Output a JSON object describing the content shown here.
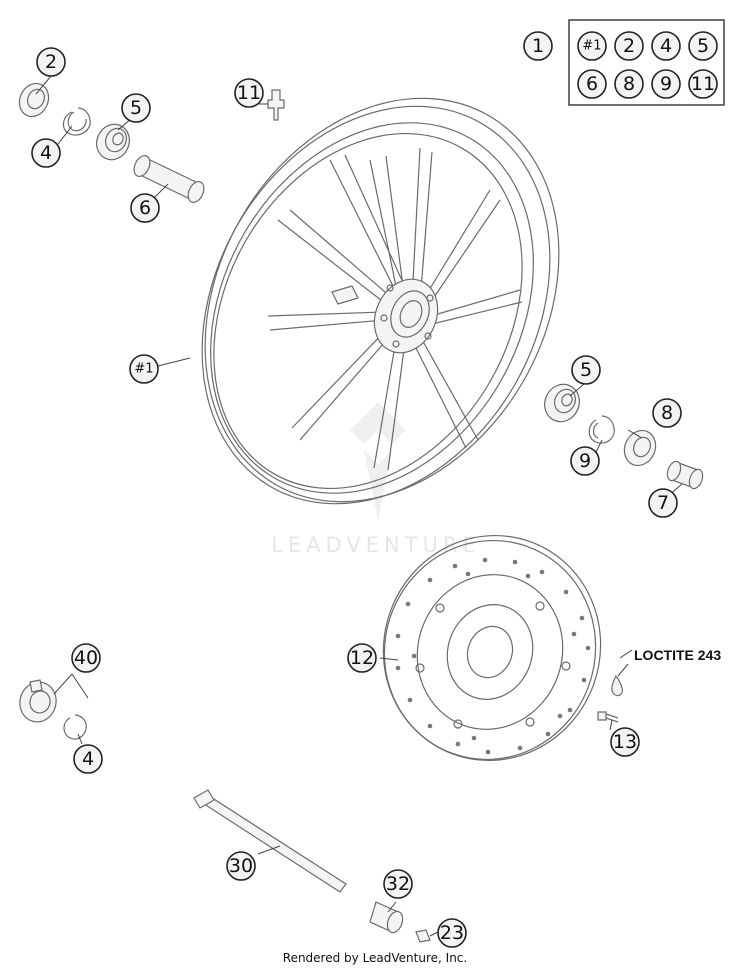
{
  "watermark": "LEADVENTURE",
  "footer": "Rendered by LeadVenture, Inc.",
  "kit": {
    "number": "1",
    "contents": [
      "#1",
      "2",
      "4",
      "5",
      "6",
      "8",
      "9",
      "11"
    ]
  },
  "callouts": {
    "c2": "2",
    "c4a": "4",
    "c5a": "5",
    "c6": "6",
    "c11": "11",
    "c1wheel": "#1",
    "c5b": "5",
    "c8": "8",
    "c9": "9",
    "c7": "7",
    "c40": "40",
    "c4b": "4",
    "c12": "12",
    "c13": "13",
    "c30": "30",
    "c32": "32",
    "c23": "23"
  },
  "loctite_label": "LOCTITE 243",
  "colors": {
    "line": "#6a6a6a",
    "callout_fill": "#f3f3f3"
  }
}
